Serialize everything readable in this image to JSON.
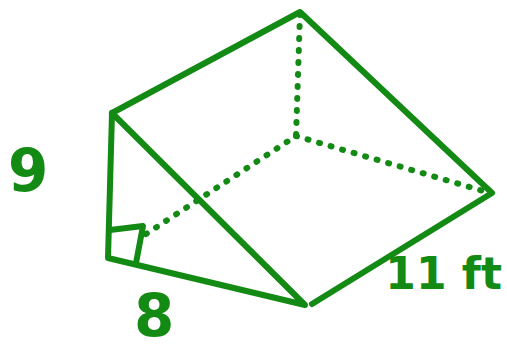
{
  "diagram": {
    "labels": [
      "9",
      "8",
      "11 ft"
    ]
  }
}
